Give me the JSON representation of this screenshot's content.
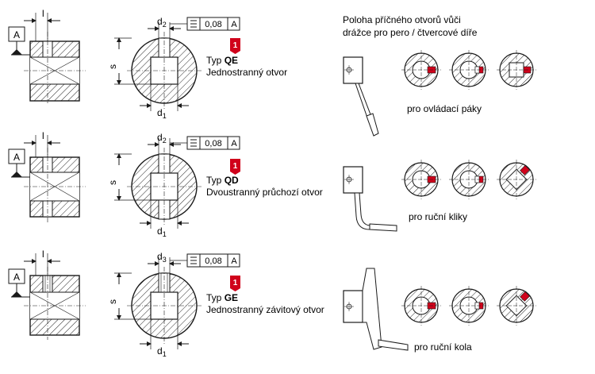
{
  "header": {
    "line1": "Poloha příčného otvorů vůči",
    "line2": "drážce pro pero / čtvercové díře"
  },
  "colors": {
    "ink": "#1a1a1a",
    "hatch": "#2a2a2a",
    "accent": "#d0021b",
    "paper": "#ffffff"
  },
  "datum_label": "A",
  "tolerance": {
    "symbol": "parallelism-icon",
    "value": "0,08",
    "datum": "A"
  },
  "dims": {
    "l": "l",
    "s": "s",
    "d1_main": "d",
    "d1_sub": "1"
  },
  "badge_number": "1",
  "rows": [
    {
      "d_top_main": "d",
      "d_top_sub": "2",
      "type_prefix": "Typ ",
      "type_code": "QE",
      "description": "Jednostranný otvor",
      "application": "pro ovládací páky",
      "icons": [
        "lever-icon",
        "round-keyway-icon",
        "round-keyway-icon",
        "square-bore-icon"
      ]
    },
    {
      "d_top_main": "d",
      "d_top_sub": "2",
      "type_prefix": "Typ ",
      "type_code": "QD",
      "description": "Dvoustranný průchozí otvor",
      "application": "pro ruční kliky",
      "icons": [
        "crank-icon",
        "round-keyway-icon",
        "round-keyway-icon",
        "square-bore-rotated-icon"
      ]
    },
    {
      "d_top_main": "d",
      "d_top_sub": "3",
      "type_prefix": "Typ ",
      "type_code": "GE",
      "description": "Jednostranný závitový otvor",
      "application": "pro ruční kola",
      "icons": [
        "handwheel-icon",
        "round-keyway-icon",
        "round-keyway-icon",
        "square-bore-rotated-icon"
      ]
    }
  ]
}
